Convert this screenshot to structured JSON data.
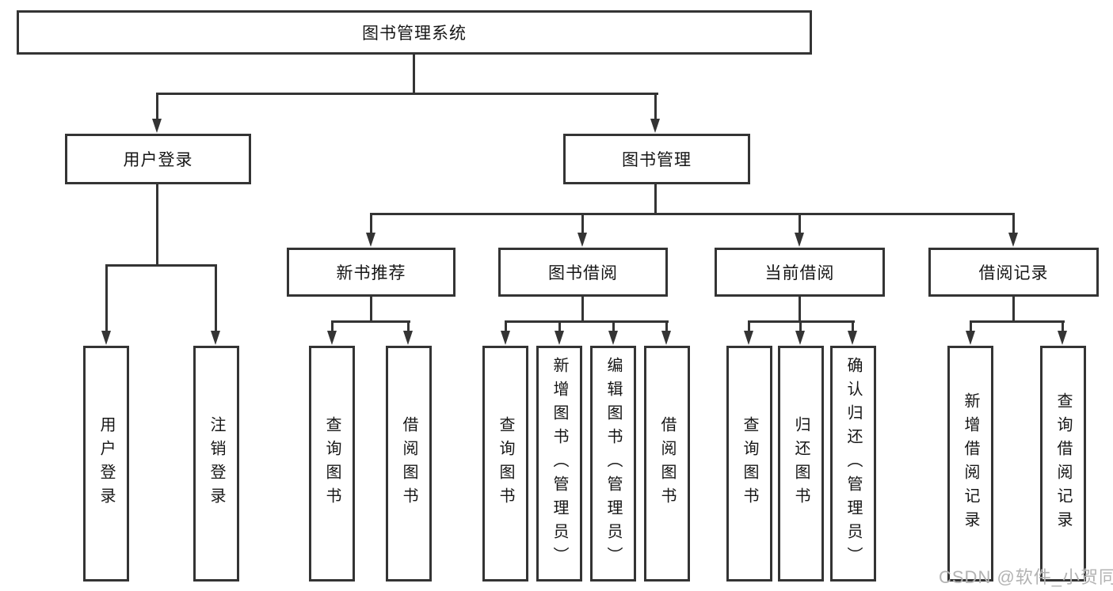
{
  "diagram": {
    "root": {
      "label": "图书管理系统"
    },
    "branches": [
      {
        "label": "用户登录",
        "children": [
          {
            "label": "用户登录"
          },
          {
            "label": "注销登录"
          }
        ]
      },
      {
        "label": "图书管理",
        "children": [
          {
            "label": "新书推荐",
            "children": [
              {
                "label": "查询图书"
              },
              {
                "label": "借阅图书"
              }
            ]
          },
          {
            "label": "图书借阅",
            "children": [
              {
                "label": "查询图书"
              },
              {
                "label": "新增图书（管理员）"
              },
              {
                "label": "编辑图书（管理员）"
              },
              {
                "label": "借阅图书"
              }
            ]
          },
          {
            "label": "当前借阅",
            "children": [
              {
                "label": "查询图书"
              },
              {
                "label": "归还图书"
              },
              {
                "label": "确认归还（管理员）"
              }
            ]
          },
          {
            "label": "借阅记录",
            "children": [
              {
                "label": "新增借阅记录"
              },
              {
                "label": "查询借阅记录"
              }
            ]
          }
        ]
      }
    ]
  },
  "watermark": {
    "text": "CSDN @软件_小贺同学"
  },
  "colors": {
    "line": "#343434",
    "text": "#161616",
    "background": "#ffffff",
    "watermark": "#b3b3b3"
  }
}
